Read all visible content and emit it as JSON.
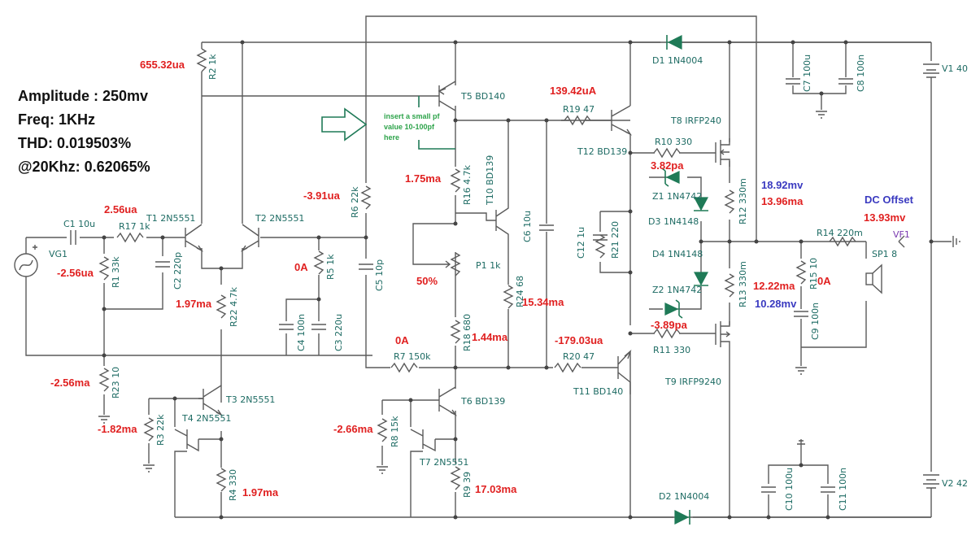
{
  "info": {
    "amplitude": "Amplitude : 250mv",
    "freq": "Freq: 1KHz",
    "thd": "THD: 0.019503%",
    "thd20k": "@20Khz: 0.62065%"
  },
  "note": {
    "line1": "insert a small pf",
    "line2": "value 10-100pf",
    "line3": "here"
  },
  "measurements": {
    "m1": "655.32ua",
    "m2": "2.56ua",
    "m3": "-2.56ua",
    "m4": "1.97ma",
    "m5": "-3.91ua",
    "m6": "0A",
    "m7": "-2.56ma",
    "m8": "-1.82ma",
    "m9": "1.97ma",
    "m10": "1.75ma",
    "m11": "50%",
    "m12": "15.34ma",
    "m13": "0A",
    "m14": "1.44ma",
    "m15": "-2.66ma",
    "m16": "17.03ma",
    "m17": "139.42uA",
    "m18": "-179.03ua",
    "m19": "3.82pa",
    "m20": "-3.89pa",
    "m21": "13.96ma",
    "m22": "13.93mv",
    "m23": "12.22ma",
    "m24": "0A"
  },
  "dc_values": {
    "v1": "18.92mv",
    "v2": "10.28mv",
    "offset": "DC Offset"
  },
  "labels": {
    "vg1": "VG1",
    "c1": "C1 10u",
    "r17": "R17 1k",
    "t1": "T1 2N5551",
    "t2": "T2 2N5551",
    "r2": "R2 1k",
    "r1": "R1 33k",
    "c2": "C2 220p",
    "r22": "R22 4.7k",
    "r5": "R5 1k",
    "c4": "C4 100n",
    "c3": "C3 220u",
    "r23": "R23 10",
    "t3": "T3 2N5551",
    "t4": "T4 2N5551",
    "r3": "R3 22k",
    "r4": "R4 330",
    "r6": "R6 22k",
    "c5": "C5 10p",
    "r7": "R7 150k",
    "t5": "T5 BD140",
    "r16": "R16 4.7k",
    "t10": "T10 BD139",
    "p1": "P1 1k",
    "r18": "R18 680",
    "r24": "R24 68",
    "c6": "C6 10u",
    "t6": "T6 BD139",
    "t7": "T7 2N5551",
    "r8": "R8 15k",
    "r9": "R9 39",
    "r19": "R19 47",
    "t12": "T12 BD139",
    "r20": "R20 47",
    "t11": "T11 BD140",
    "c12": "C12 1u",
    "r21": "R21 220",
    "d1": "D1 1N4004",
    "d2": "D2 1N4004",
    "t8": "T8 IRFP240",
    "r10": "R10 330",
    "z1": "Z1 1N4742",
    "d3": "D3 1N4148",
    "d4": "D4 1N4148",
    "z2": "Z2 1N4742",
    "r11": "R11 330",
    "t9": "T9 IRFP9240",
    "r12": "R12 330m",
    "r13": "R13 330m",
    "c7": "C7 100u",
    "c8": "C8 100n",
    "v1": "V1 40",
    "r14": "R14 220m",
    "r15": "R15 10",
    "c9": "C9 100n",
    "sp1": "SP1 8",
    "vf1": "VF1",
    "c10": "C10 100u",
    "c11": "C11 100n",
    "v2": "V2 42"
  }
}
